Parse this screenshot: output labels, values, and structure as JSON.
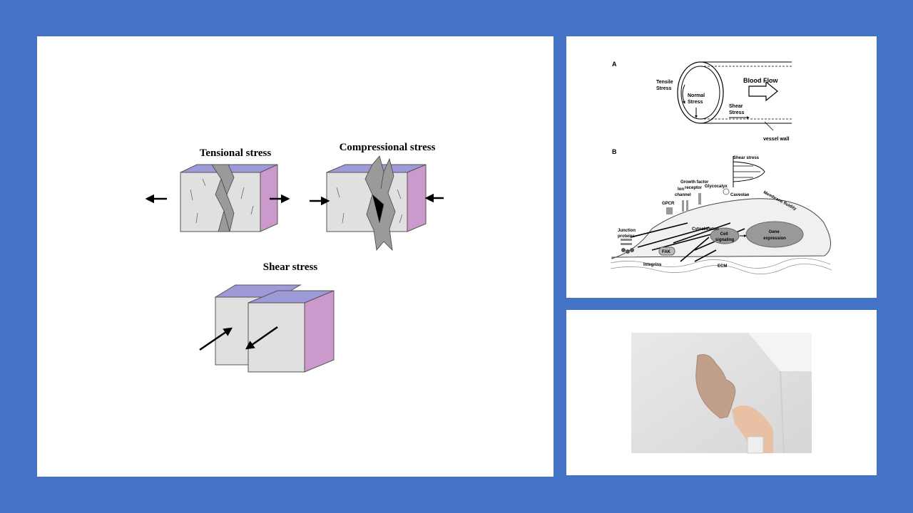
{
  "stress_panel": {
    "tensional_label": "Tensional stress",
    "compressional_label": "Compressional stress",
    "shear_label": "Shear stress"
  },
  "vessel_panel": {
    "section_a": "A",
    "section_b": "B",
    "tensile_stress": [
      "Tensile",
      "Stress"
    ],
    "normal_stress": [
      "Normal",
      "Stress"
    ],
    "shear_stress": [
      "Shear",
      "Stress"
    ],
    "blood_flow": "Blood Flow",
    "vessel_wall": "vessel wall",
    "cell": {
      "shear_stress": "Shear stress",
      "growth_factor_receptor": [
        "Growth factor",
        "receptor"
      ],
      "ion_channel": [
        "Ion",
        "channel"
      ],
      "glycocalyx": "Glycocalyx",
      "caveolae": "Caveolae",
      "membrane_fluidity": "Membrane fluidity",
      "gpcr": "GPCR",
      "cytoskeleton": "Cytoskeleton",
      "junction_proteins": [
        "Junction",
        "proteins"
      ],
      "cell_signaling": [
        "Cell",
        "signaling"
      ],
      "gene_expression": [
        "Gene",
        "expression"
      ],
      "fak": "FAK",
      "integrins": "Integrins",
      "ecm": "ECM"
    }
  },
  "colors": {
    "background": "#4472c4",
    "panel": "#ffffff",
    "block_face": "#e0e0e0",
    "block_top": "#9e9ad8",
    "block_side": "#cc99cc"
  }
}
